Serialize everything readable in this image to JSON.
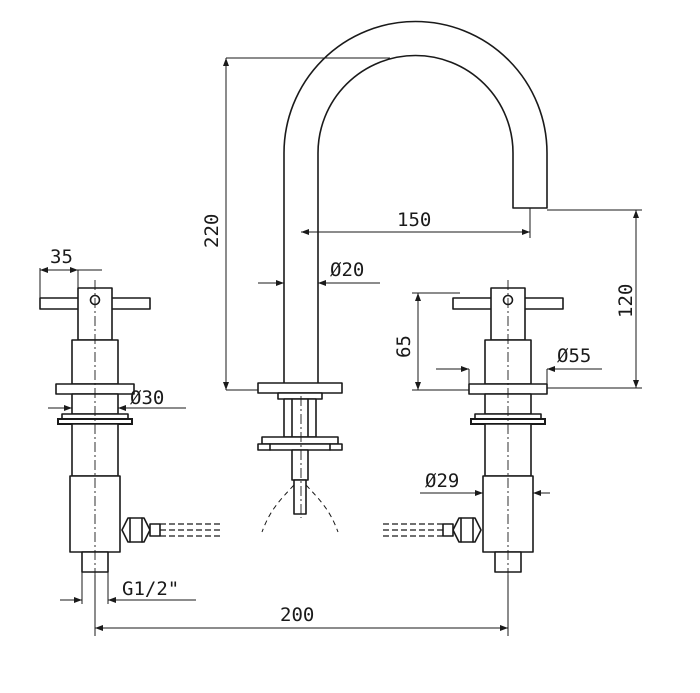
{
  "dimensions": {
    "d35": "35",
    "d220": "220",
    "d150": "150",
    "d20": "Ø20",
    "d120": "120",
    "d65": "65",
    "d55": "Ø55",
    "d30": "Ø30",
    "d29": "Ø29",
    "g12": "G1/2\"",
    "d200": "200"
  }
}
